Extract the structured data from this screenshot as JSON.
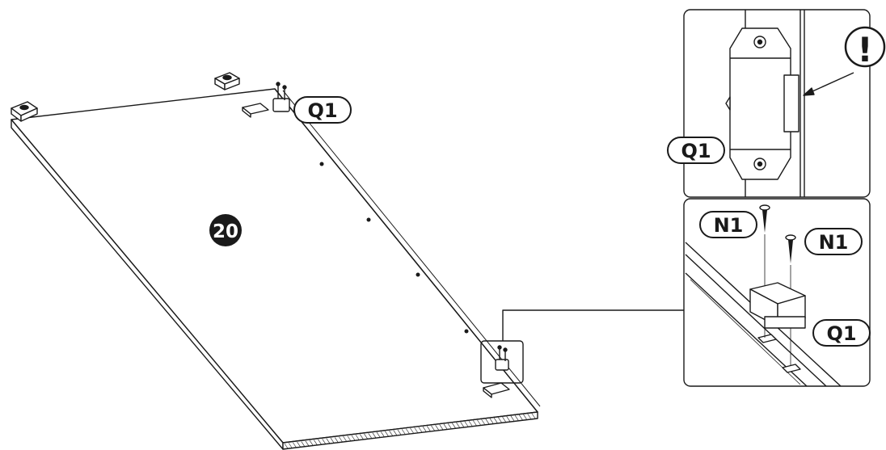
{
  "panel": {
    "number": "20"
  },
  "labels": {
    "hinge_main": "Q1",
    "hinge_detail": "Q1",
    "hinge_exploded": "Q1",
    "screw_a": "N1",
    "screw_b": "N1",
    "caution": "!"
  },
  "colors": {
    "ink": "#1a1a1a",
    "paper": "#ffffff",
    "panel_edge": "#d9d9d9"
  }
}
